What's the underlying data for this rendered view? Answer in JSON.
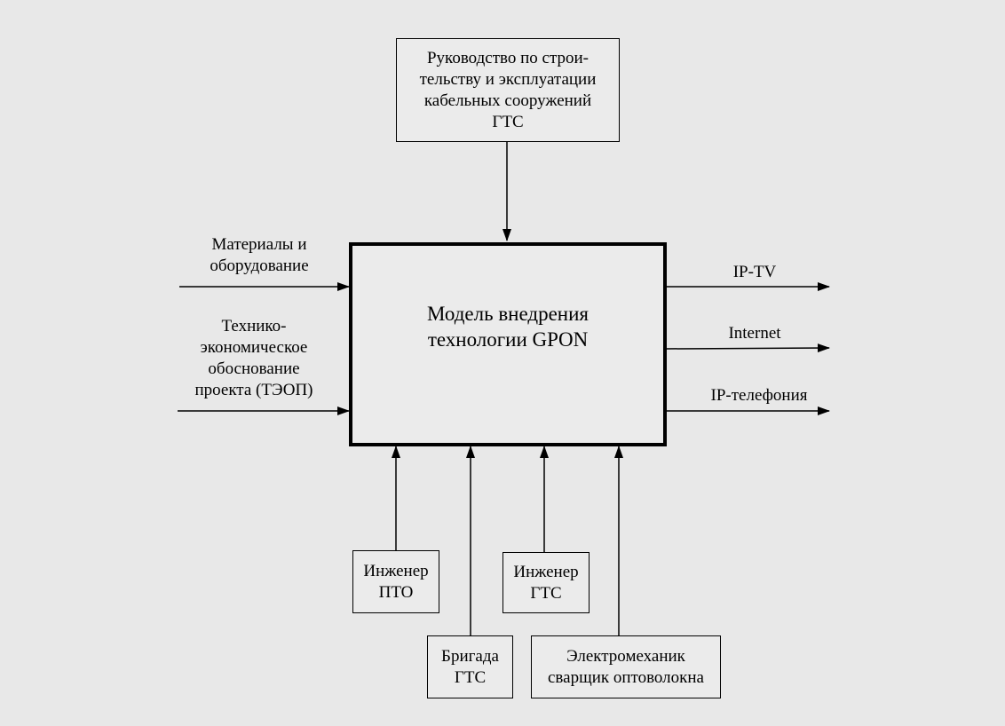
{
  "control": {
    "lines": [
      "Руководство по строи-",
      "тельству и эксплуатации",
      "кабельных сооружений",
      "ГТС"
    ]
  },
  "main_box": {
    "lines": [
      "Модель внедрения",
      "технологии GPON"
    ]
  },
  "inputs": [
    {
      "lines": [
        "Материалы и",
        "оборудование"
      ]
    },
    {
      "lines": [
        "Технико-",
        "экономическое",
        "обоснование",
        "проекта (ТЭОП)"
      ]
    }
  ],
  "outputs": [
    {
      "lines": [
        "IP-TV"
      ]
    },
    {
      "lines": [
        "Internet"
      ]
    },
    {
      "lines": [
        "IP-телефония"
      ]
    }
  ],
  "mechanisms": [
    {
      "lines": [
        "Инженер",
        "ПТО"
      ]
    },
    {
      "lines": [
        "Бригада",
        "ГТС"
      ]
    },
    {
      "lines": [
        "Инженер",
        "ГТС"
      ]
    },
    {
      "lines": [
        "Электромеханик",
        "сварщик оптоволокна"
      ]
    }
  ]
}
